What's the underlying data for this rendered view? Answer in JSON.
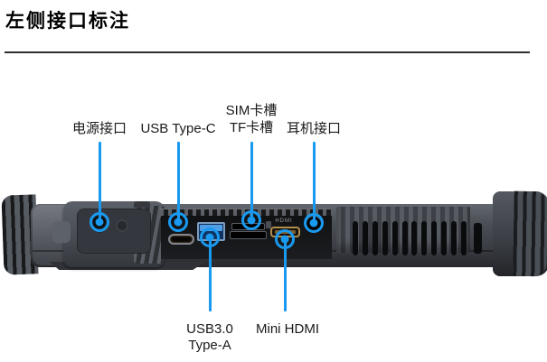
{
  "page": {
    "title": "左侧接口标注"
  },
  "labels": {
    "power": "电源接口",
    "usb_type_c": "USB Type-C",
    "sim_slot": "SIM卡槽",
    "tf_slot": "TF卡槽",
    "headphone": "耳机接口",
    "usb3_line1": "USB3.0",
    "usb3_line2": "Type-A",
    "mini_hdmi": "Mini HDMI"
  },
  "device": {
    "hdmi_print": "HDMI"
  },
  "colors": {
    "accent_blue": "#199af0",
    "title_text": "#000000",
    "label_text": "#1a1a1a",
    "usb_a_port_blue": "#4f9ee6"
  }
}
